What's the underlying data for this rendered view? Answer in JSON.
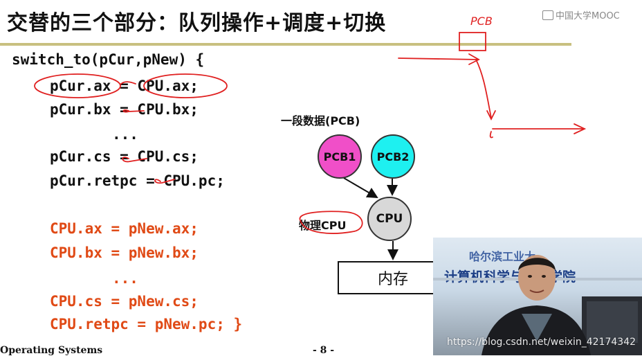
{
  "slide": {
    "title": "交替的三个部分：队列操作+调度+切换",
    "logo": "中国大学MOOC",
    "footer_left": "Operating Systems",
    "page_number": "- 8 -"
  },
  "code": {
    "lines": [
      "switch_to(pCur,pNew) {",
      "pCur.ax = CPU.ax;",
      "pCur.bx = CPU.bx;",
      "...",
      "pCur.cs = CPU.cs;",
      "pCur.retpc = CPU.pc;",
      "CPU.ax = pNew.ax;",
      "CPU.bx = pNew.bx;",
      "...",
      "CPU.cs = pNew.cs;",
      "CPU.retpc = pNew.pc; }"
    ]
  },
  "diagram": {
    "label": "一段数据(PCB)",
    "pcb1": "PCB1",
    "pcb2": "PCB2",
    "cpu": "CPU",
    "physical_cpu": "物理CPU",
    "memory": "内存"
  },
  "annotation": {
    "handwritten": "PCB"
  },
  "video": {
    "banner_top": "哈尔滨工业大",
    "banner": "计算机科学与技术学院",
    "watermark": "https://blog.csdn.net/weixin_42174342"
  },
  "colors": {
    "title_rule": "#c8c080",
    "code_red": "#e04a16",
    "pen_red": "#e02020",
    "pcb1": "#f04fc8",
    "pcb2": "#1ef0f0",
    "cpu": "#d8d8d8"
  }
}
